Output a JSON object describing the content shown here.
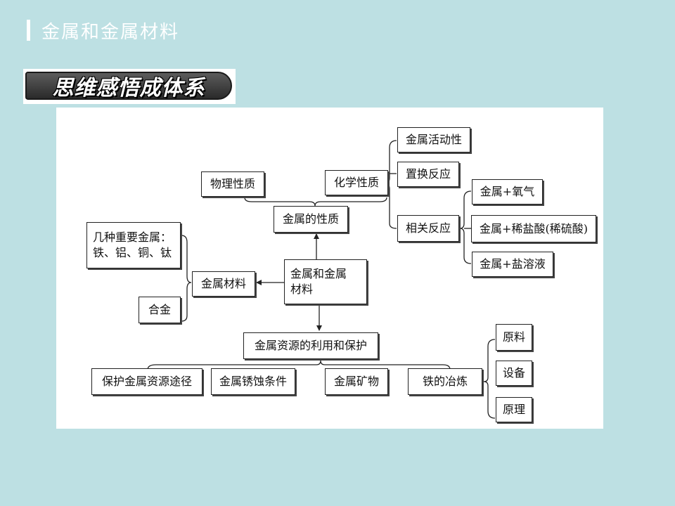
{
  "header": {
    "title": "金属和金属材料"
  },
  "banner": {
    "label": "思维感悟成体系"
  },
  "diagram": {
    "center": {
      "line1": "金属和金属",
      "line2": "材料"
    },
    "properties": "金属的性质",
    "physical": "物理性质",
    "chemical": "化学性质",
    "activity": "金属活动性",
    "displacement": "置换反应",
    "related": "相关反应",
    "oxygen": "金属+氧气",
    "acid": "金属+稀盐酸(稀硫酸)",
    "salt": "金属+盐溶液",
    "materials": "金属材料",
    "metals": {
      "line1": "几种重要金属：",
      "line2": "铁、铝、铜、钛"
    },
    "alloy": "合金",
    "resources": "金属资源的利用和保护",
    "protection": "保护金属资源途径",
    "corrosion": "金属锈蚀条件",
    "ore": "金属矿物",
    "smelting": "铁的冶炼",
    "raw": "原料",
    "equipment": "设备",
    "principle": "原理"
  }
}
